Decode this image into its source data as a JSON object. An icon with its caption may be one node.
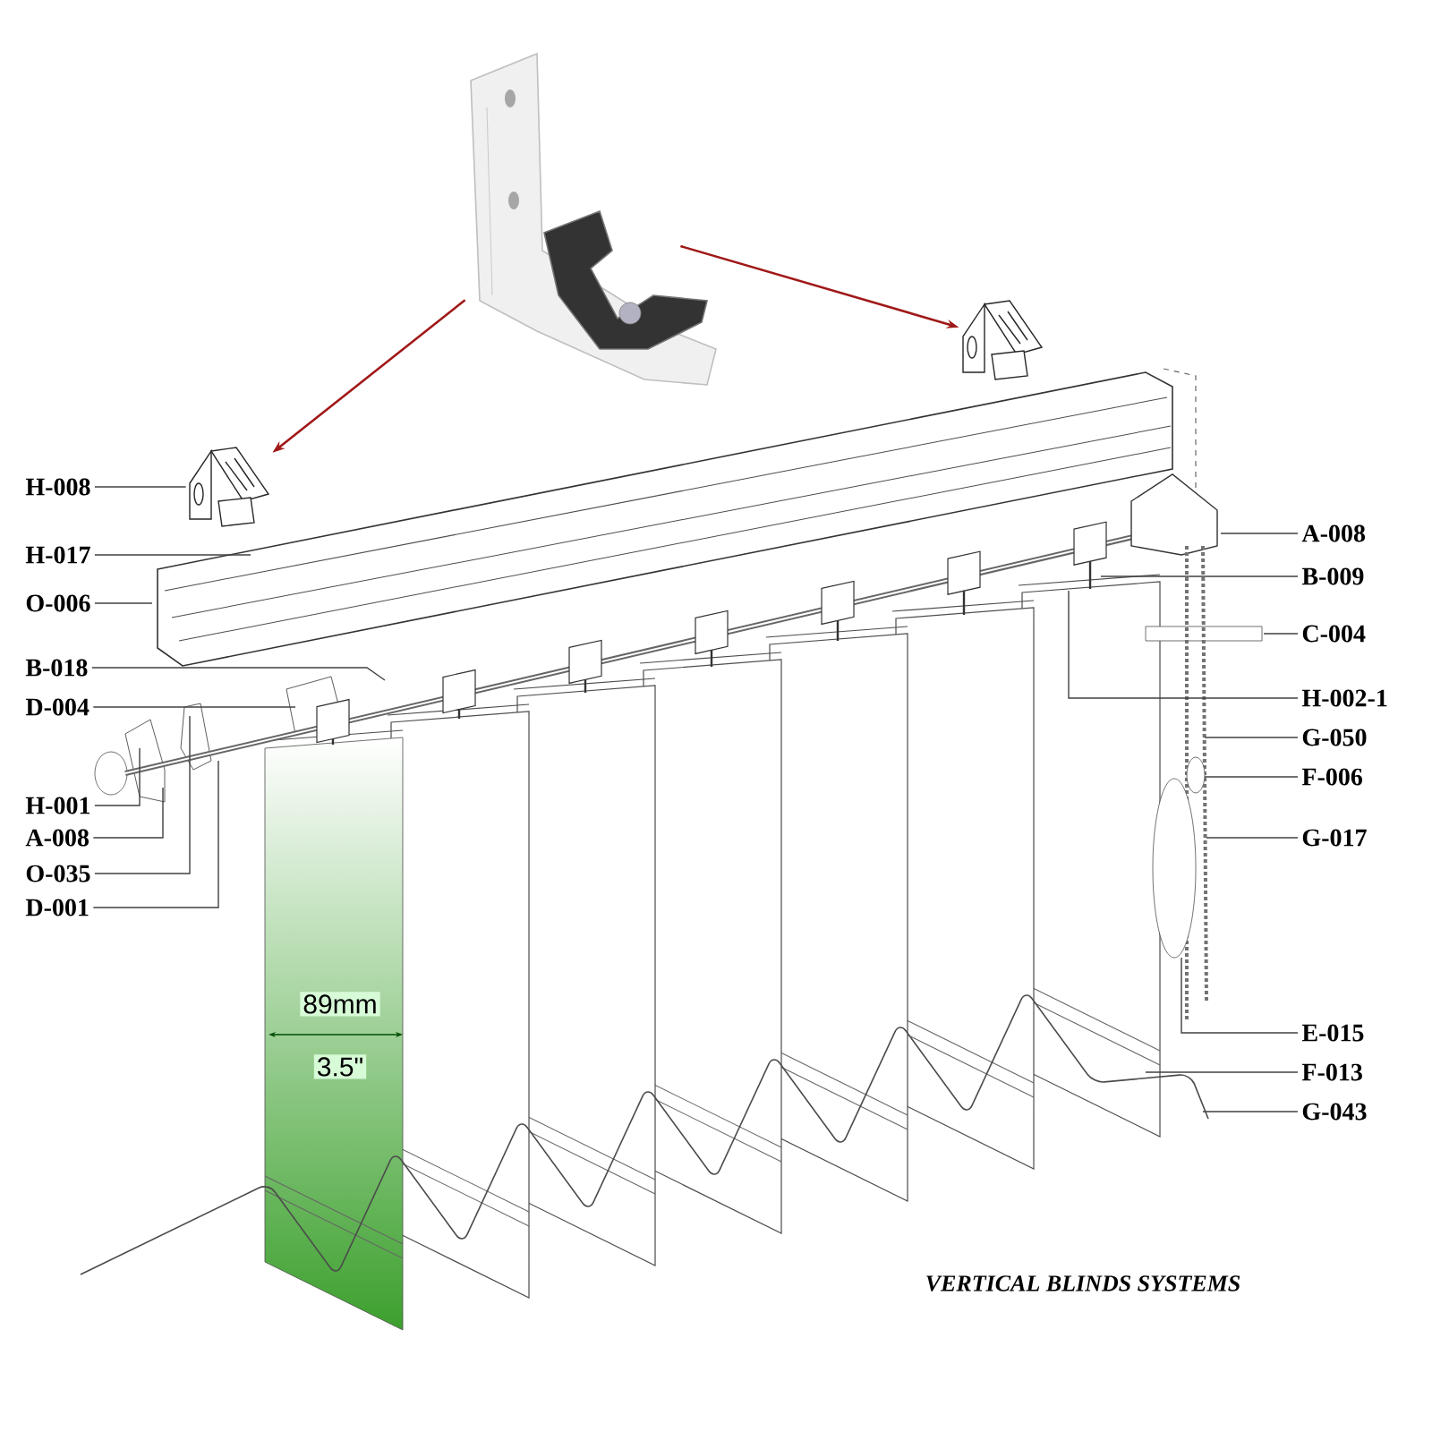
{
  "diagram": {
    "caption": "VERTICAL BLINDS SYSTEMS",
    "nodes": [
      {
        "text": [],
        "shape": "picture"
      },
      {
        "text": [],
        "shape": "picture"
      },
      {
        "text": [],
        "shape": "picture"
      },
      {
        "text": [
          "H-008"
        ]
      },
      {
        "text": [
          "H-017"
        ]
      },
      {
        "text": [
          "O-006"
        ]
      },
      {
        "text": [
          "B-018"
        ]
      },
      {
        "text": [
          "D-004"
        ]
      },
      {
        "text": [
          "H-001"
        ]
      },
      {
        "text": [
          "A-008"
        ]
      },
      {
        "text": [
          "O-035"
        ]
      },
      {
        "text": [
          "D-001"
        ]
      },
      {
        "text": [
          "A-008"
        ]
      },
      {
        "text": [
          "B-009"
        ]
      },
      {
        "text": [
          "C-004"
        ]
      },
      {
        "text": [
          "H-002-1"
        ]
      },
      {
        "text": [
          "G-050"
        ]
      },
      {
        "text": [
          "F-006"
        ]
      },
      {
        "text": [
          "G-017"
        ]
      },
      {
        "text": [
          "E-015"
        ]
      },
      {
        "text": [
          "F-013"
        ]
      },
      {
        "text": [
          "G-043"
        ]
      }
    ],
    "edges": [
      {
        "from": 0,
        "to": 1,
        "arrow": "to",
        "color": "#a01818"
      },
      {
        "from": 0,
        "to": 2,
        "arrow": "to",
        "color": "#a01818"
      },
      {
        "from": 3,
        "to": 1,
        "arrow": "none"
      },
      {
        "from": 4,
        "to": null,
        "arrow": "none"
      },
      {
        "from": 5,
        "to": null,
        "arrow": "none"
      },
      {
        "from": 6,
        "to": null,
        "arrow": "none"
      },
      {
        "from": 7,
        "to": null,
        "arrow": "none"
      },
      {
        "from": 8,
        "to": null,
        "arrow": "none"
      },
      {
        "from": 9,
        "to": null,
        "arrow": "none"
      },
      {
        "from": 10,
        "to": null,
        "arrow": "none"
      },
      {
        "from": 11,
        "to": null,
        "arrow": "none"
      },
      {
        "from": 12,
        "to": null,
        "arrow": "none"
      },
      {
        "from": 13,
        "to": null,
        "arrow": "none"
      },
      {
        "from": 14,
        "to": null,
        "arrow": "none"
      },
      {
        "from": 15,
        "to": null,
        "arrow": "none"
      },
      {
        "from": 16,
        "to": null,
        "arrow": "none"
      },
      {
        "from": 17,
        "to": null,
        "arrow": "none"
      },
      {
        "from": 18,
        "to": null,
        "arrow": "none"
      },
      {
        "from": 19,
        "to": null,
        "arrow": "none"
      },
      {
        "from": 20,
        "to": null,
        "arrow": "none"
      },
      {
        "from": 21,
        "to": null,
        "arrow": "none"
      }
    ],
    "labels": [
      "89mm",
      "3.5\""
    ]
  }
}
